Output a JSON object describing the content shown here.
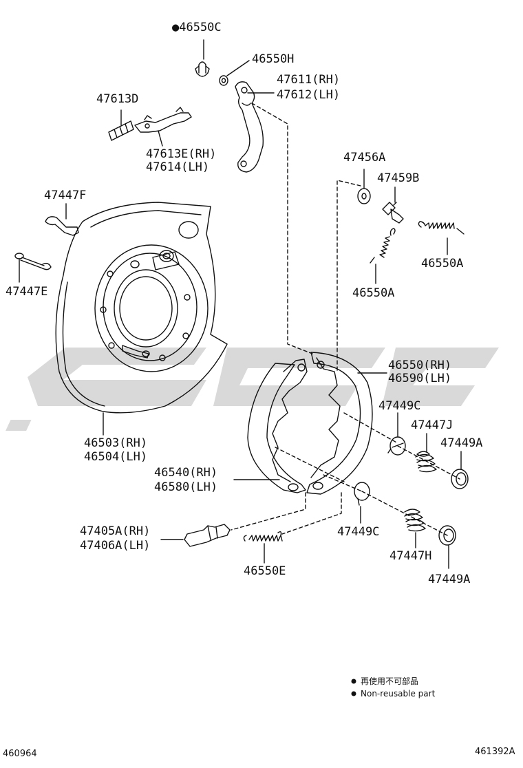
{
  "diagram": {
    "parts": [
      {
        "id": "p1",
        "label": "●46550C"
      },
      {
        "id": "p2",
        "label": "46550H"
      },
      {
        "id": "p3",
        "label": "47611(RH)"
      },
      {
        "id": "p4",
        "label": "47612(LH)"
      },
      {
        "id": "p5",
        "label": "47613D"
      },
      {
        "id": "p6",
        "label": "47613E(RH)"
      },
      {
        "id": "p7",
        "label": "47614(LH)"
      },
      {
        "id": "p8",
        "label": "47456A"
      },
      {
        "id": "p9",
        "label": "47459B"
      },
      {
        "id": "p10",
        "label": "47447F"
      },
      {
        "id": "p11",
        "label": "46550A"
      },
      {
        "id": "p12",
        "label": "47447E"
      },
      {
        "id": "p13",
        "label": "46550A"
      },
      {
        "id": "p14",
        "label": "46550(RH)"
      },
      {
        "id": "p15",
        "label": "46590(LH)"
      },
      {
        "id": "p16",
        "label": "47449C"
      },
      {
        "id": "p17",
        "label": "47447J"
      },
      {
        "id": "p18",
        "label": "46503(RH)"
      },
      {
        "id": "p19",
        "label": "46504(LH)"
      },
      {
        "id": "p20",
        "label": "47449A"
      },
      {
        "id": "p21",
        "label": "46540(RH)"
      },
      {
        "id": "p22",
        "label": "46580(LH)"
      },
      {
        "id": "p23",
        "label": "47405A(RH)"
      },
      {
        "id": "p24",
        "label": "47406A(LH)"
      },
      {
        "id": "p25",
        "label": "47449C"
      },
      {
        "id": "p26",
        "label": "47447H"
      },
      {
        "id": "p27",
        "label": "46550E"
      },
      {
        "id": "p28",
        "label": "47449A"
      }
    ],
    "legend": {
      "line_zh": "再使用不可部品",
      "line_en": "Non-reusable part"
    },
    "ref_left": "460964",
    "ref_right": "461392A"
  },
  "colors": {
    "ink": "#111111",
    "watermark": "#d9d9d9"
  }
}
